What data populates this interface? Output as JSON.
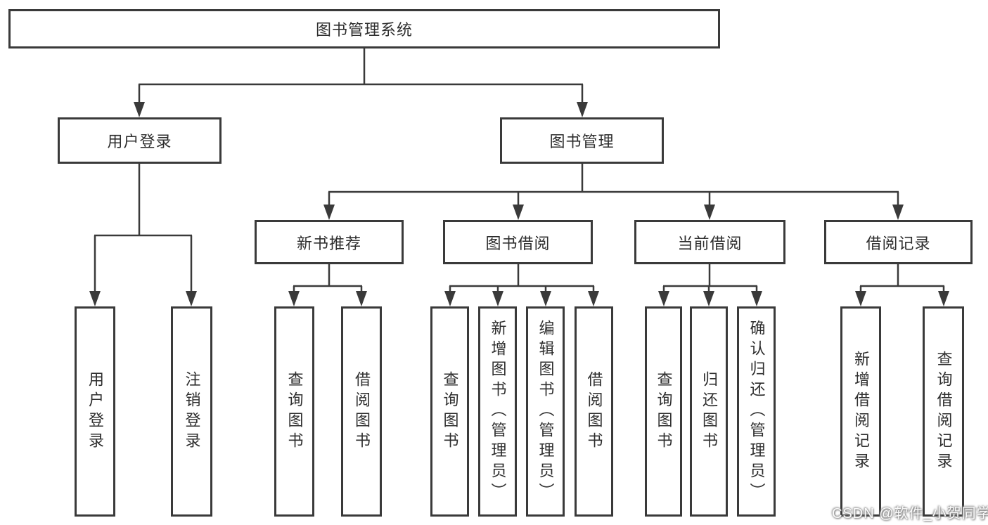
{
  "nodes": {
    "root": "图书管理系统",
    "user_login": "用户登录",
    "book_mgmt": "图书管理",
    "new_book_rec": "新书推荐",
    "book_borrow": "图书借阅",
    "current_borrow": "当前借阅",
    "borrow_record": "借阅记录",
    "ul_user_login": "用户登录",
    "ul_logout": "注销登录",
    "nr_query_book": "查询图书",
    "nr_borrow_book": "借阅图书",
    "bb_query_book": "查询图书",
    "bb_add_book": "新增图书（管理员）",
    "bb_edit_book": "编辑图书（管理员）",
    "bb_borrow_book": "借阅图书",
    "cb_query_book": "查询图书",
    "cb_return_book": "归还图书",
    "cb_confirm_return": "确认归还（管理员）",
    "br_add_record": "新增借阅记录",
    "br_query_record": "查询借阅记录"
  },
  "watermark": "CSDN @软件_小贺同学",
  "colors": {
    "line": "#3a3a3a",
    "text": "#2e2e2e",
    "background": "#ffffff",
    "watermark_text": "#ffffff"
  }
}
